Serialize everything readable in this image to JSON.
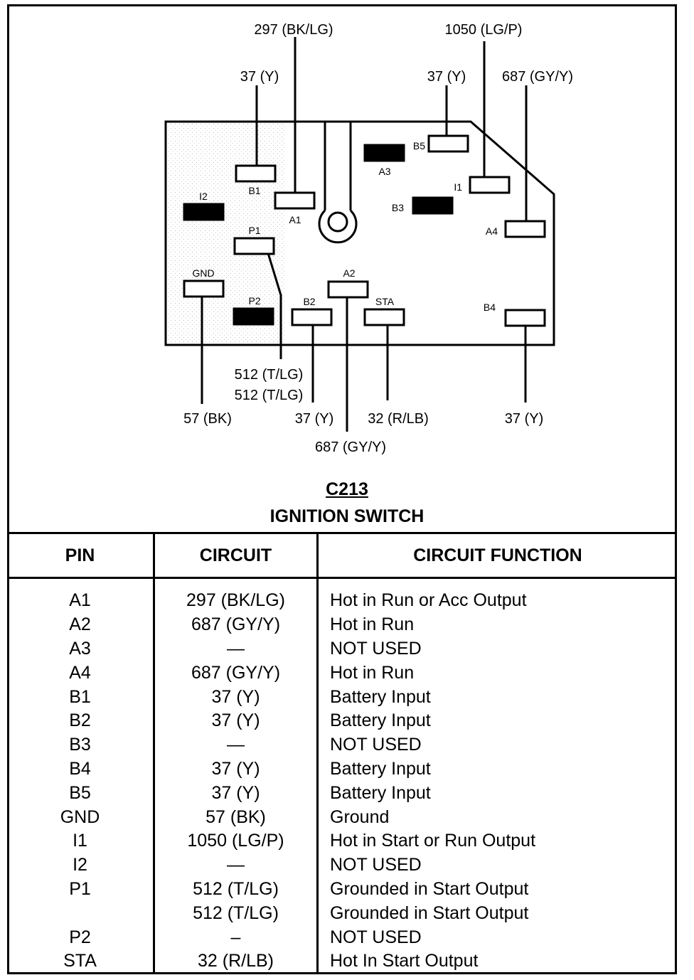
{
  "connector": {
    "id": "C213",
    "name": "IGNITION SWITCH"
  },
  "diagram": {
    "pins": [
      {
        "label": "B1",
        "state": "used"
      },
      {
        "label": "A1",
        "state": "used"
      },
      {
        "label": "I2",
        "state": "not-used"
      },
      {
        "label": "P1",
        "state": "used"
      },
      {
        "label": "GND",
        "state": "used"
      },
      {
        "label": "P2",
        "state": "not-used"
      },
      {
        "label": "B2",
        "state": "used"
      },
      {
        "label": "A2",
        "state": "used"
      },
      {
        "label": "STA",
        "state": "used"
      },
      {
        "label": "A3",
        "state": "not-used"
      },
      {
        "label": "B5",
        "state": "used"
      },
      {
        "label": "I1",
        "state": "used"
      },
      {
        "label": "B3",
        "state": "not-used"
      },
      {
        "label": "A4",
        "state": "used"
      },
      {
        "label": "B4",
        "state": "used"
      }
    ],
    "wire_labels": {
      "top_297": "297 (BK/LG)",
      "top_37_b1": "37 (Y)",
      "top_1050": "1050 (LG/P)",
      "top_37_b5": "37 (Y)",
      "top_687": "687 (GY/Y)",
      "bot_512_a": "512 (T/LG)",
      "bot_512_b": "512 (T/LG)",
      "bot_57": "57 (BK)",
      "bot_37_b2": "37 (Y)",
      "bot_32": "32 (R/LB)",
      "bot_37_b4": "37 (Y)",
      "bot_687": "687 (GY/Y)"
    }
  },
  "table": {
    "headers": [
      "PIN",
      "CIRCUIT",
      "CIRCUIT FUNCTION"
    ],
    "rows": [
      {
        "pin": "A1",
        "circuit": "297 (BK/LG)",
        "function": "Hot in Run or Acc Output"
      },
      {
        "pin": "A2",
        "circuit": "687 (GY/Y)",
        "function": "Hot in Run"
      },
      {
        "pin": "A3",
        "circuit": "—",
        "function": "NOT USED"
      },
      {
        "pin": "A4",
        "circuit": "687 (GY/Y)",
        "function": "Hot in Run"
      },
      {
        "pin": "B1",
        "circuit": "37 (Y)",
        "function": "Battery Input"
      },
      {
        "pin": "B2",
        "circuit": "37 (Y)",
        "function": "Battery Input"
      },
      {
        "pin": "B3",
        "circuit": "—",
        "function": "NOT USED"
      },
      {
        "pin": "B4",
        "circuit": "37 (Y)",
        "function": "Battery Input"
      },
      {
        "pin": "B5",
        "circuit": "37 (Y)",
        "function": "Battery Input"
      },
      {
        "pin": "GND",
        "circuit": "57 (BK)",
        "function": "Ground"
      },
      {
        "pin": "I1",
        "circuit": "1050 (LG/P)",
        "function": "Hot in Start or Run Output"
      },
      {
        "pin": "I2",
        "circuit": "—",
        "function": "NOT USED"
      },
      {
        "pin": "P1",
        "circuit": "512 (T/LG)",
        "function": "Grounded in Start Output"
      },
      {
        "pin": "",
        "circuit": "512 (T/LG)",
        "function": "Grounded in Start Output"
      },
      {
        "pin": "P2",
        "circuit": "–",
        "function": "NOT USED"
      },
      {
        "pin": "STA",
        "circuit": "32 (R/LB)",
        "function": "Hot In Start Output"
      }
    ]
  }
}
